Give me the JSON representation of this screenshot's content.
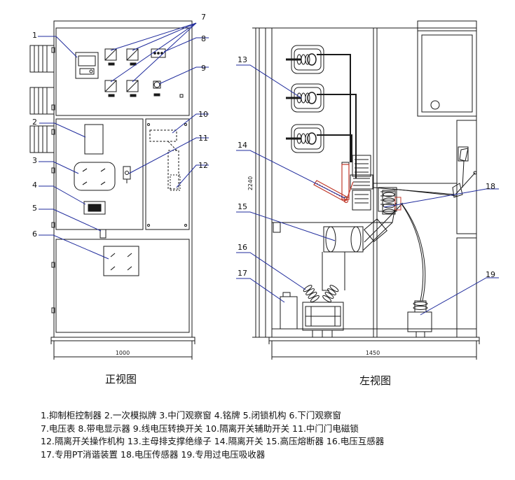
{
  "views": {
    "front": {
      "title": "正视图",
      "width_dim": "1000",
      "callouts": [
        "1",
        "2",
        "3",
        "4",
        "5",
        "6",
        "7",
        "8",
        "9",
        "10",
        "11",
        "12"
      ]
    },
    "side": {
      "title": "左视图",
      "width_dim": "1450",
      "height_dim": "2240",
      "callouts": [
        "13",
        "14",
        "15",
        "16",
        "17",
        "18",
        "19"
      ]
    }
  },
  "legend": {
    "lines": [
      "1.抑制柜控制器 2.一次模拟牌 3.中门观察窗 4.铭牌 5.闭锁机构 6.下门观察窗",
      "7.电压表 8.带电显示器 9.线电压转换开关 10.隔离开关辅助开关 11.中门门电磁锁",
      "12.隔离开关操作机构 13.主母排支撑绝缘子 14.隔离开关 15.高压熔断器 16.电压互感器",
      "17.专用PT消谐装置 18.电压传感器 19.专用过电压吸收器"
    ]
  },
  "colors": {
    "line": "#1a1a1a",
    "leader": "#1f2b9c",
    "disconnect_switch": "#c0392b"
  }
}
